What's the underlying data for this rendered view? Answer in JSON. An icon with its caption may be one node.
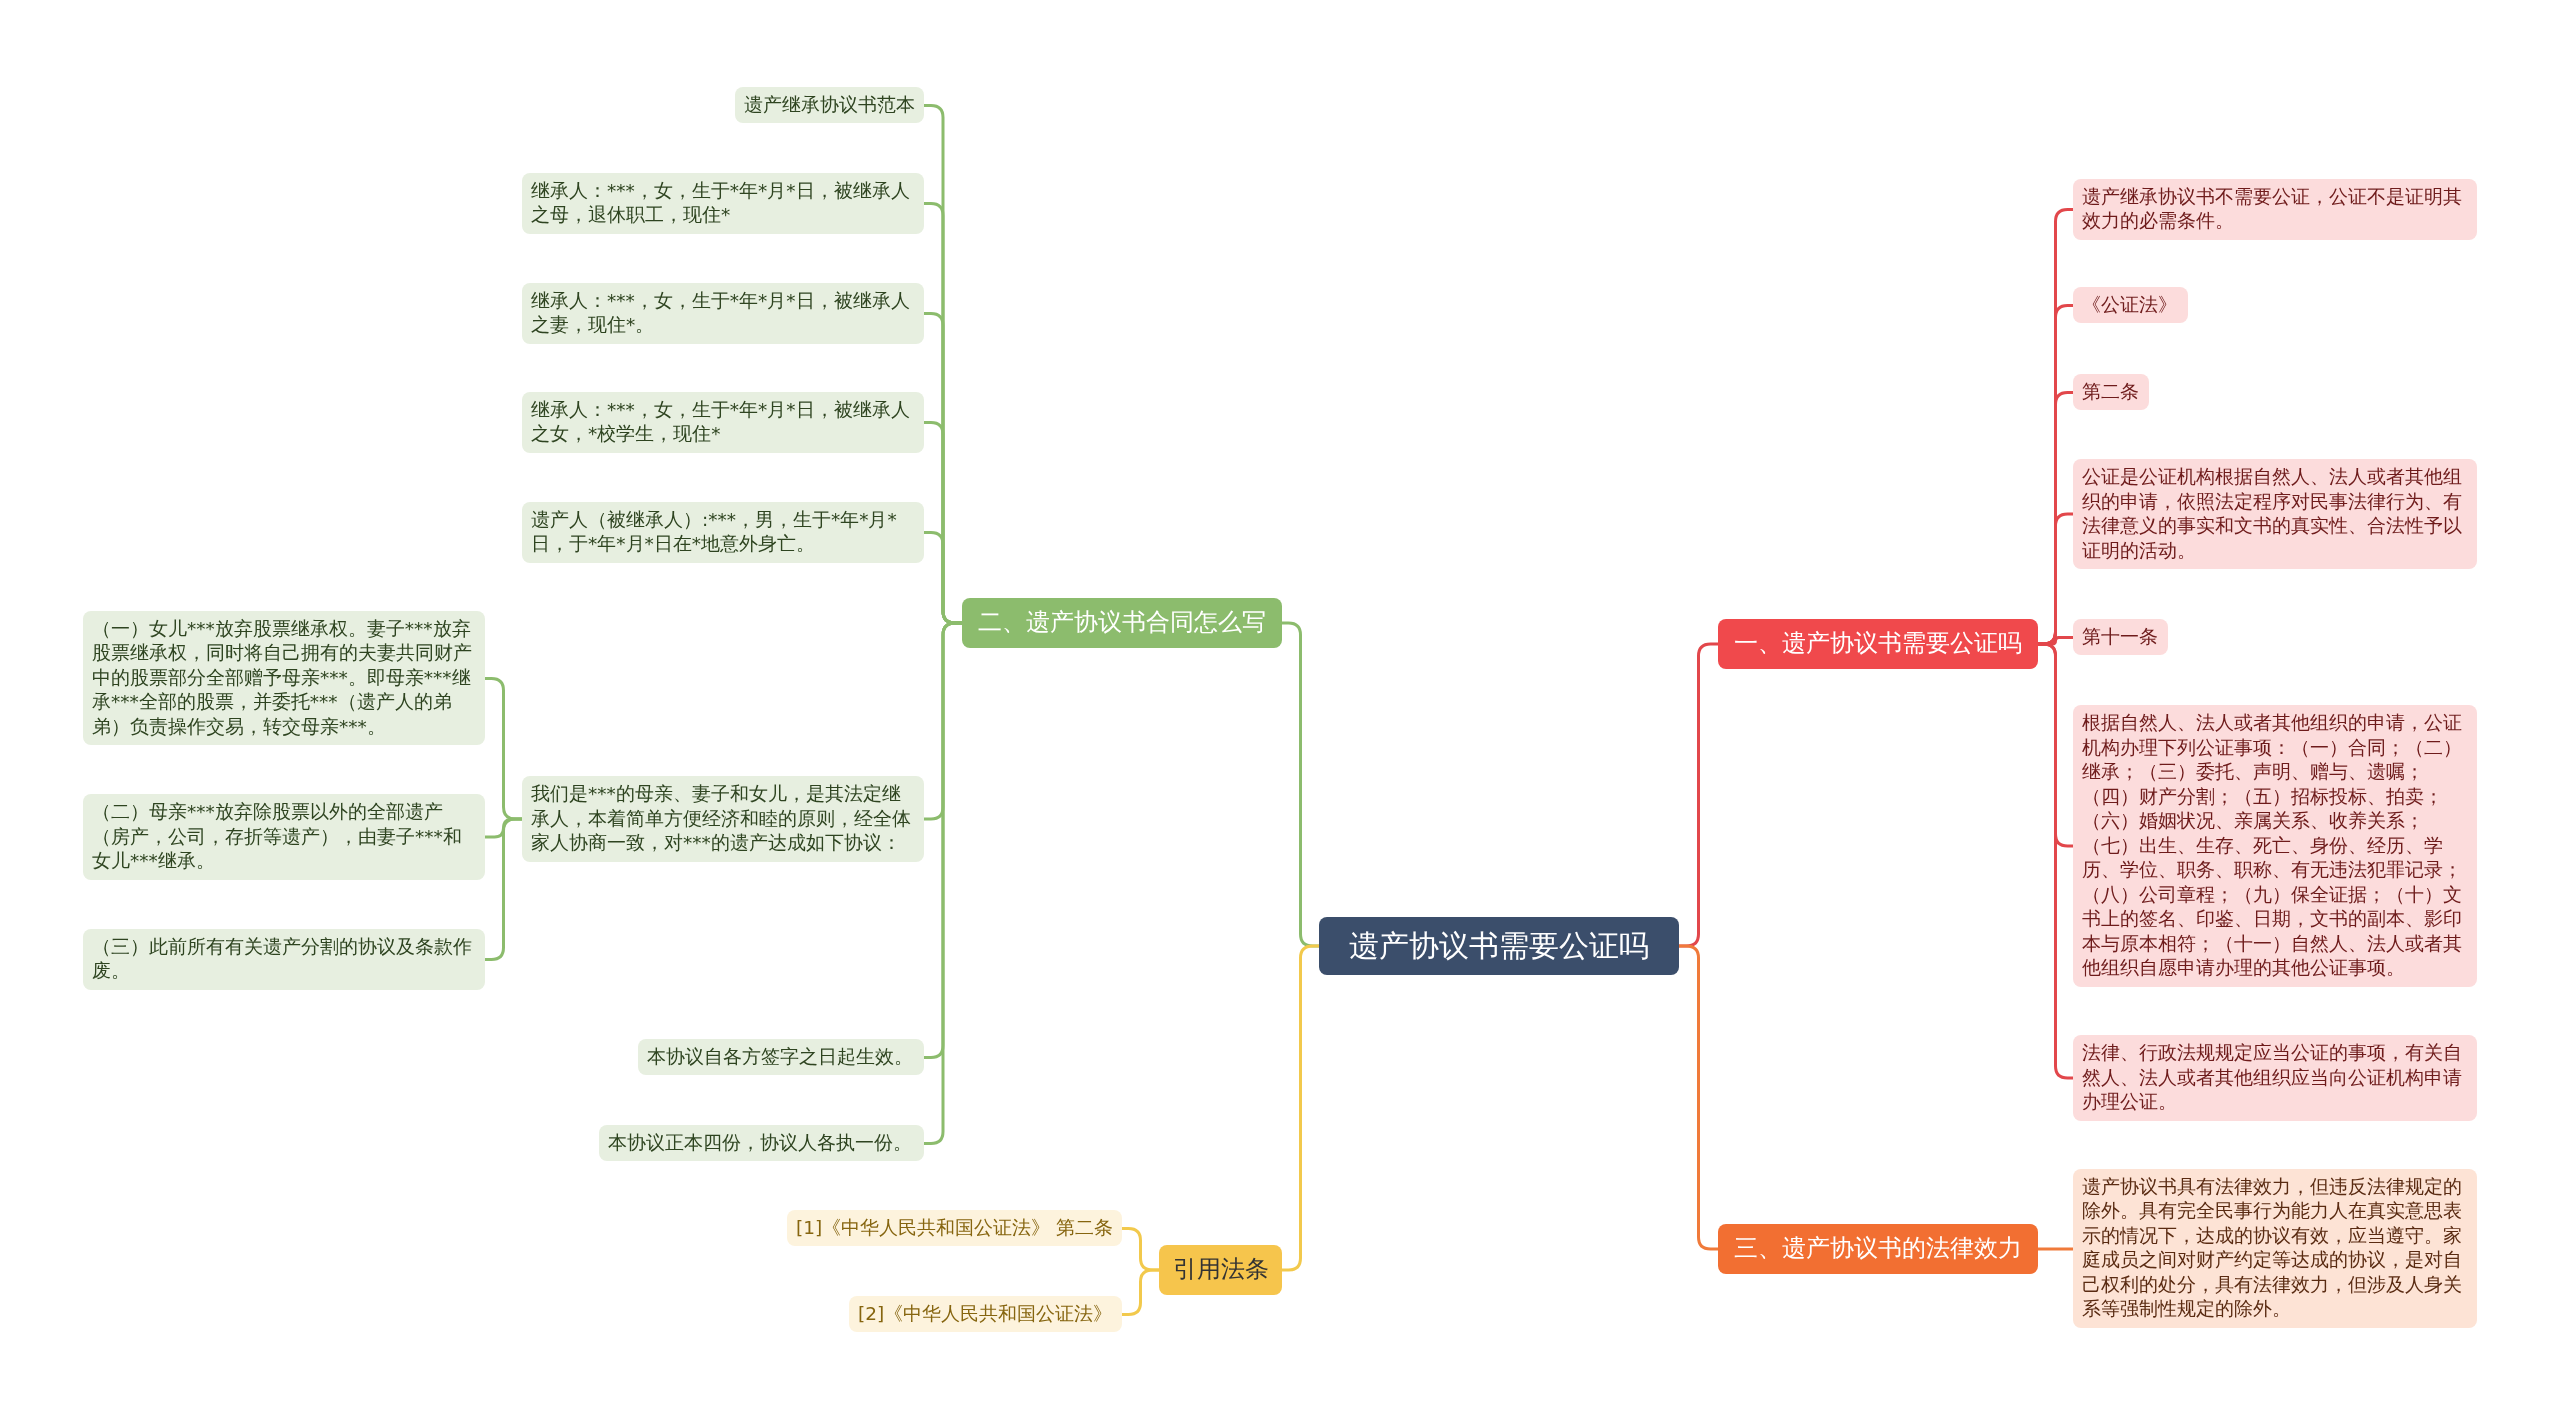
{
  "diagram": {
    "nodes": [
      {
        "text": [
          "遗产协议书需要公证吗"
        ]
      },
      {
        "text": [
          "一、遗产协议书需要公证吗"
        ]
      },
      {
        "text": [
          "遗产继承协议书不需要公证，公证不是证明其效力的必需条件。"
        ]
      },
      {
        "text": [
          "《公证法》"
        ]
      },
      {
        "text": [
          "第二条"
        ]
      },
      {
        "text": [
          "公证是公证机构根据自然人、法人或者其他组织的申请，依照法定程序对民事法律行为、有法律意义的事实和文书的真实性、合法性予以证明的活动。"
        ]
      },
      {
        "text": [
          "第十一条"
        ]
      },
      {
        "text": [
          "根据自然人、法人或者其他组织的申请，公证机构办理下列公证事项：（一）合同；（二）继承；（三）委托、声明、赠与、遗嘱；（四）财产分割；（五）招标投标、拍卖；（六）婚姻状况、亲属关系、收养关系；（七）出生、生存、死亡、身份、经历、学历、学位、职务、职称、有无违法犯罪记录；（八）公司章程；（九）保全证据；（十）文书上的签名、印鉴、日期，文书的副本、影印本与原本相符；（十一）自然人、法人或者其他组织自愿申请办理的其他公证事项。"
        ]
      },
      {
        "text": [
          "法律、行政法规规定应当公证的事项，有关自然人、法人或者其他组织应当向公证机构申请办理公证。"
        ]
      },
      {
        "text": [
          "三、遗产协议书的法律效力"
        ]
      },
      {
        "text": [
          "遗产协议书具有法律效力，但违反法律规定的除外。具有完全民事行为能力人在真实意思表示的情况下，达成的协议有效，应当遵守。家庭成员之间对财产约定等达成的协议，是对自己权利的处分，具有法律效力，但涉及人身关系等强制性规定的除外。"
        ]
      },
      {
        "text": [
          "二、遗产协议书合同怎么写"
        ]
      },
      {
        "text": [
          "遗产继承协议书范本"
        ]
      },
      {
        "text": [
          "继承人：***，女，生于*年*月*日，被继承人之母，退休职工，现住*"
        ]
      },
      {
        "text": [
          "继承人：***，女，生于*年*月*日，被继承人之妻，现住*。"
        ]
      },
      {
        "text": [
          "继承人：***，女，生于*年*月*日，被继承人之女，*校学生，现住*"
        ]
      },
      {
        "text": [
          "遗产人（被继承人）:***，男，生于*年*月*日，于*年*月*日在*地意外身亡。"
        ]
      },
      {
        "text": [
          "我们是***的母亲、妻子和女儿，是其法定继承人，本着简单方便经济和睦的原则，经全体家人协商一致，对***的遗产达成如下协议："
        ]
      },
      {
        "text": [
          "（一）女儿***放弃股票继承权。妻子***放弃股票继承权，同时将自己拥有的夫妻共同财产中的股票部分全部赠予母亲***。即母亲***继承***全部的股票，并委托***（遗产人的弟弟）负责操作交易，转交母亲***。"
        ]
      },
      {
        "text": [
          "（二）母亲***放弃除股票以外的全部遗产（房产，公司，存折等遗产），由妻子***和女儿***继承。"
        ]
      },
      {
        "text": [
          "（三）此前所有有关遗产分割的协议及条款作废。"
        ]
      },
      {
        "text": [
          "本协议自各方签字之日起生效。"
        ]
      },
      {
        "text": [
          "本协议正本四份，协议人各执一份。"
        ]
      },
      {
        "text": [
          "引用法条"
        ]
      },
      {
        "text": [
          "[1]《中华人民共和国公证法》 第二条"
        ]
      },
      {
        "text": [
          "[2]《中华人民共和国公证法》"
        ]
      }
    ],
    "edges": [
      {
        "from": 0,
        "to": 1,
        "arrow": "none",
        "color": "#e2474b"
      },
      {
        "from": 1,
        "to": 2,
        "arrow": "none",
        "color": "#e2474b"
      },
      {
        "from": 1,
        "to": 3,
        "arrow": "none",
        "color": "#e2474b"
      },
      {
        "from": 1,
        "to": 4,
        "arrow": "none",
        "color": "#e2474b"
      },
      {
        "from": 1,
        "to": 5,
        "arrow": "none",
        "color": "#e2474b"
      },
      {
        "from": 1,
        "to": 6,
        "arrow": "none",
        "color": "#e2474b"
      },
      {
        "from": 1,
        "to": 7,
        "arrow": "none",
        "color": "#e2474b"
      },
      {
        "from": 1,
        "to": 8,
        "arrow": "none",
        "color": "#e2474b"
      },
      {
        "from": 0,
        "to": 9,
        "arrow": "none",
        "color": "#f07a3a"
      },
      {
        "from": 9,
        "to": 10,
        "arrow": "none",
        "color": "#f07a3a"
      },
      {
        "from": 0,
        "to": 11,
        "arrow": "none"
      },
      {
        "from": 11,
        "to": 12,
        "arrow": "none"
      },
      {
        "from": 11,
        "to": 13,
        "arrow": "none"
      },
      {
        "from": 11,
        "to": 14,
        "arrow": "none"
      },
      {
        "from": 11,
        "to": 15,
        "arrow": "none"
      },
      {
        "from": 11,
        "to": 16,
        "arrow": "none"
      },
      {
        "from": 11,
        "to": 17,
        "arrow": "none"
      },
      {
        "from": 17,
        "to": 18,
        "arrow": "none"
      },
      {
        "from": 17,
        "to": 19,
        "arrow": "none"
      },
      {
        "from": 17,
        "to": 20,
        "arrow": "none"
      },
      {
        "from": 11,
        "to": 21,
        "arrow": "none"
      },
      {
        "from": 11,
        "to": 22,
        "arrow": "none"
      },
      {
        "from": 0,
        "to": 23,
        "arrow": "none",
        "color": "#f2c94c"
      },
      {
        "from": 23,
        "to": 24,
        "arrow": "none",
        "color": "#f2c94c"
      },
      {
        "from": 23,
        "to": 25,
        "arrow": "none",
        "color": "#f2c94c"
      }
    ]
  }
}
